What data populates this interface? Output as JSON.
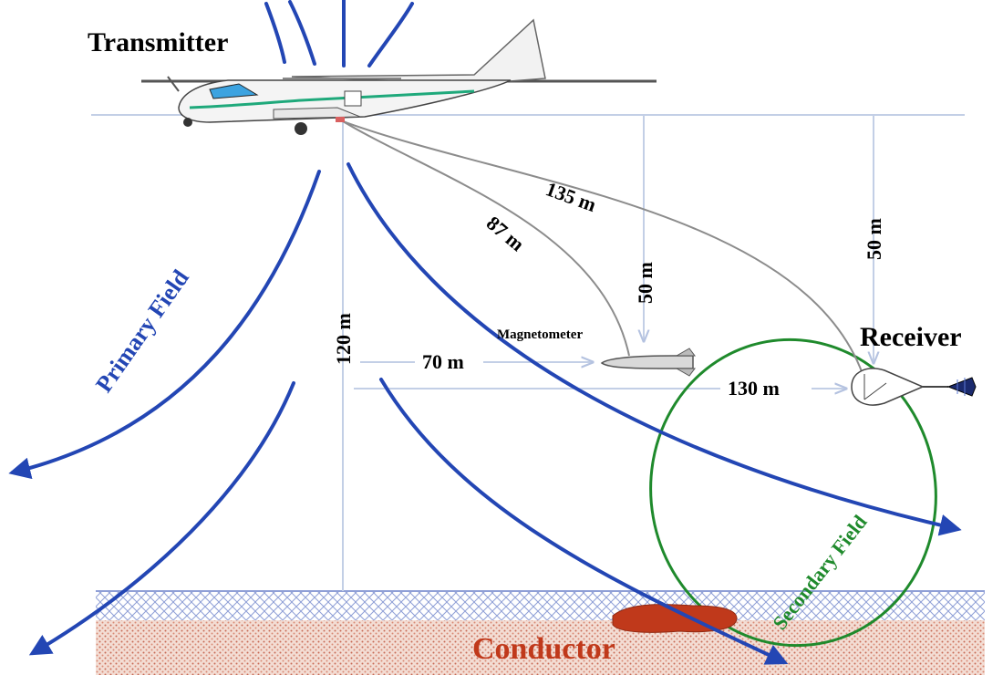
{
  "labels": {
    "transmitter": "Transmitter",
    "receiver": "Receiver",
    "magnetometer": "Magnetometer",
    "primary_field": "Primary Field",
    "secondary_field": "Secondary Field",
    "conductor": "Conductor"
  },
  "distances": {
    "d_135": "135 m",
    "d_87": "87 m",
    "d_120": "120 m",
    "d_70": "70 m",
    "d_130": "130 m",
    "d_50_mag": "50 m",
    "d_50_rx": "50 m"
  },
  "colors": {
    "field_lines": "#2346b4",
    "secondary_loop": "#1f8a2c",
    "conductor": "#c0391b",
    "cables": "#8c8c8c",
    "guide_lines": "#c3cfe6",
    "ground_hatch": "#8f9fd6",
    "soil": "#c86a55"
  }
}
